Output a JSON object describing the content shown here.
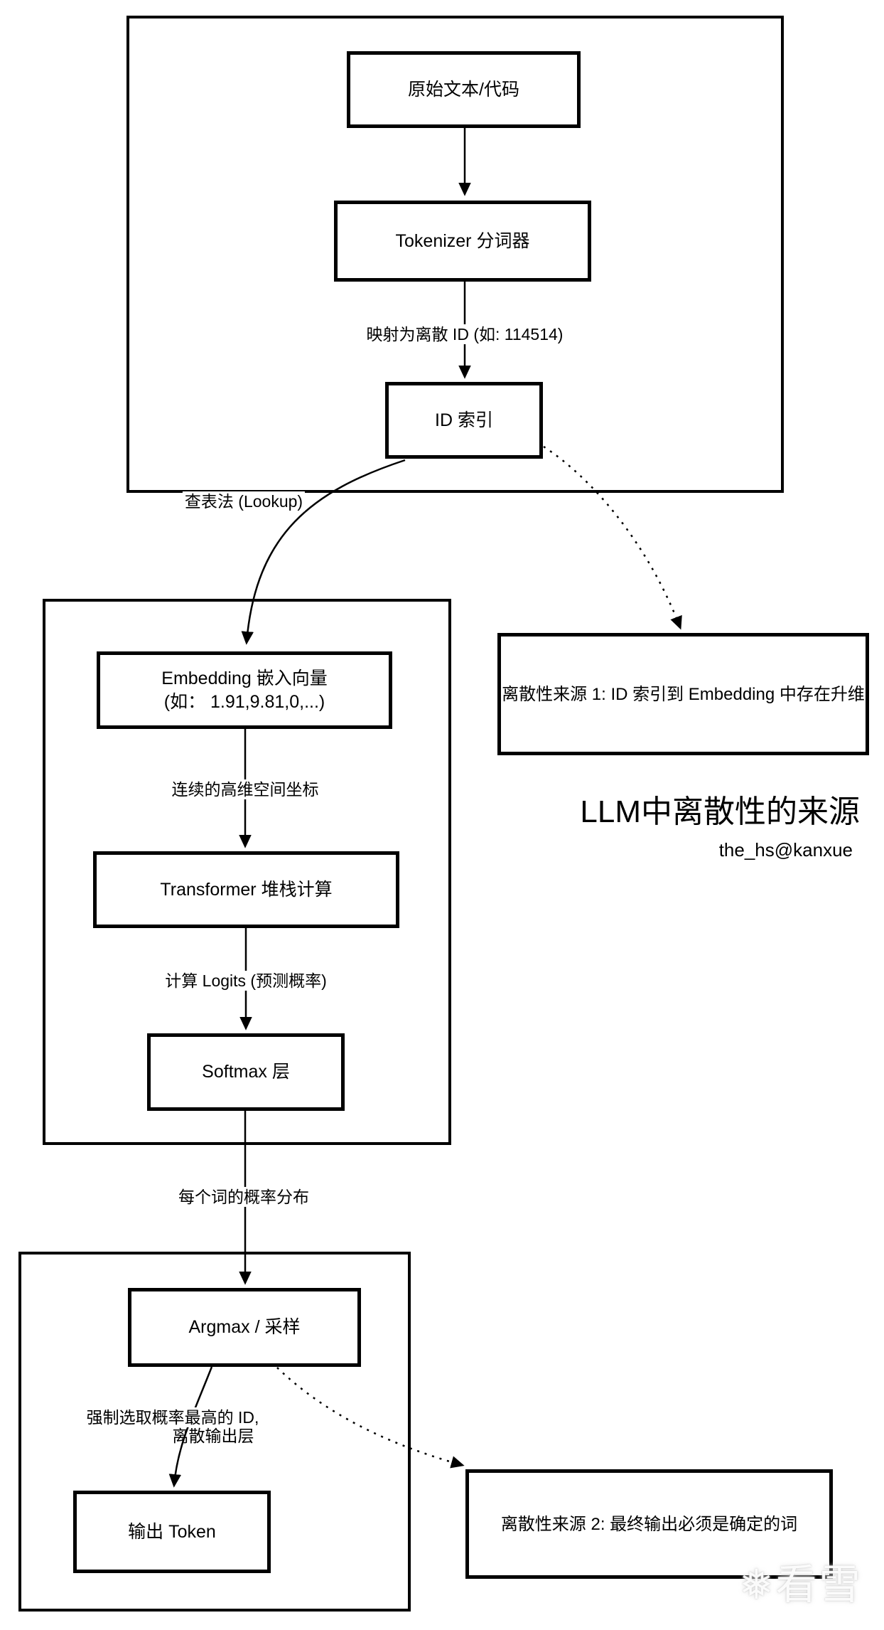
{
  "title": {
    "text": "LLM中离散性的来源",
    "author": "the_hs@kanxue"
  },
  "nodes": {
    "raw_text": "原始文本/代码",
    "tokenizer": "Tokenizer 分词器",
    "id_index": "ID 索引",
    "embedding_line1": "Embedding 嵌入向量",
    "embedding_line2": "(如： 1.91,9.81,0,...)",
    "transformer": "Transformer 堆栈计算",
    "softmax": "Softmax 层",
    "argmax": "Argmax / 采样",
    "output_token": "输出 Token",
    "source1": "离散性来源 1: ID 索引到 Embedding 中存在升维",
    "source2": "离散性来源 2: 最终输出必须是确定的词"
  },
  "edge_labels": {
    "map_to_id": "映射为离散 ID (如: 114514)",
    "lookup": "查表法 (Lookup)",
    "continuous": "连续的高维空间坐标",
    "logits": "计算 Logits (预测概率)",
    "prob_dist": "每个词的概率分布",
    "force_top_id": "强制选取概率最高的 ID,",
    "discrete_output": "离散输出层"
  },
  "watermark": {
    "icon": "❅",
    "text": "看雪"
  },
  "colors": {
    "line": "#000000",
    "background": "#ffffff"
  }
}
